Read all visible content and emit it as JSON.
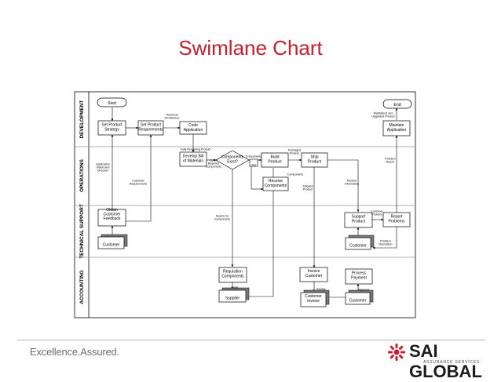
{
  "title": "Swimlane Chart",
  "lanes": [
    "DEVELOPMENT",
    "OPERATIONS",
    "TECHNICAL SUPPORT",
    "ACCOUNTING"
  ],
  "nodes": {
    "start": "Start",
    "end": "End",
    "set_product_strategy": "Set Product Strategy",
    "set_product_requirements": "Set Product Requirements",
    "code_application": "Code Application",
    "maintain_application": "Maintain Application",
    "develop_bill": "Develop Bill of Materials",
    "components_exist": "Components Exist?",
    "build_product": "Build Product",
    "ship_product": "Ship Product",
    "receive_components": "Receive Components",
    "obtain_feedback": "Obtain Customer Feedback",
    "customer_ts_left": "Customer",
    "support_product": "Support Product",
    "report_problems": "Report Problems",
    "customer_ts_right": "Customer",
    "requisition_components": "Requisition Components",
    "supplier": "Supplier",
    "invoice_customer": "Invoice Customer",
    "customer_invoice": "Customer Invoice",
    "process_payment": "Process Payment",
    "customer_acct": "Customer"
  },
  "labels": {
    "technical_architecture": "Technical Architecture",
    "maintained_upgraded": "Maintained and Upgraded Product",
    "fully_rendering": "Fully Rendering Product",
    "components": "Components",
    "packaged_product": "Packaged Product",
    "components_receive": "Components",
    "problem_report": "Problem Report",
    "application_vision": "Application Vision and Direction",
    "customer_requirements": "Customer Requirements",
    "list_required": "List of Required Components",
    "yes": "Yes",
    "shipped_product": "Shipped Product",
    "product_information": "Product Information",
    "search_components": "Search for Components",
    "customer_problem": "Customer Problem",
    "problem_resolution": "Problem Resolution",
    "order": "Order",
    "invoice": "Invoice",
    "payment": "Payment"
  },
  "footer": {
    "tagline": "Excellence.Assured.",
    "logo": "SAI GLOBAL",
    "logo_sub": "ASSURANCE SERVICES"
  }
}
